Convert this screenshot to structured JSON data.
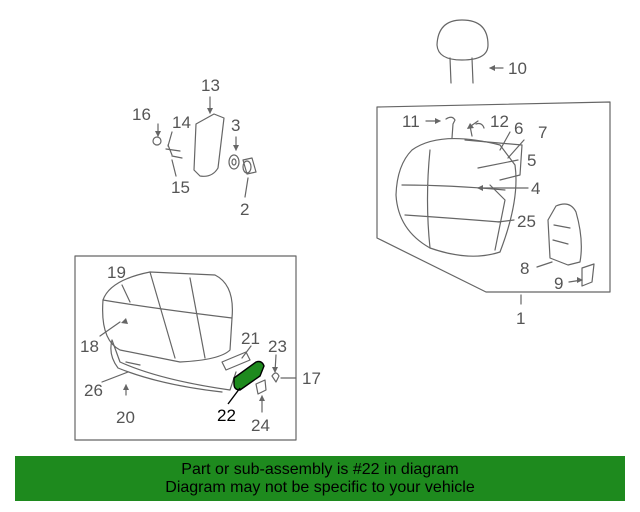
{
  "banner": {
    "line1": "Part or sub-assembly is #22 in diagram",
    "line2": "Diagram may not be specific to your vehicle",
    "background": "#1e8a1e"
  },
  "highlight_color": "#1e8a1e",
  "highlighted_part": "22",
  "callouts": {
    "c1": "1",
    "c2": "2",
    "c3": "3",
    "c4": "4",
    "c5": "5",
    "c6": "6",
    "c7": "7",
    "c8": "8",
    "c9": "9",
    "c10": "10",
    "c11": "11",
    "c12": "12",
    "c13": "13",
    "c14": "14",
    "c15": "15",
    "c16": "16",
    "c17": "17",
    "c18": "18",
    "c19": "19",
    "c20": "20",
    "c21": "21",
    "c22": "22",
    "c23": "23",
    "c24": "24",
    "c25": "25",
    "c26": "26"
  }
}
